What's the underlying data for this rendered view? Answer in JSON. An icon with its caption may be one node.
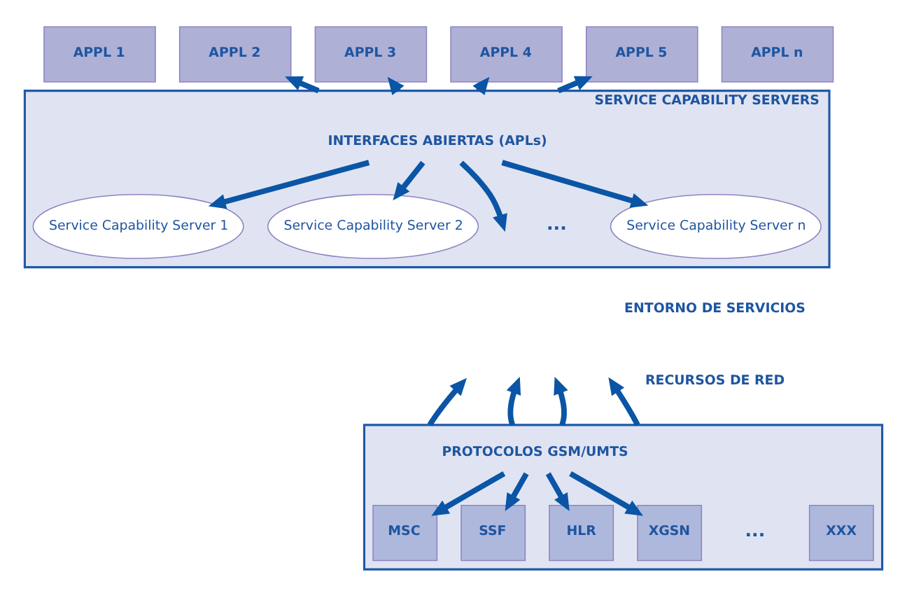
{
  "diagram": {
    "nodes": [
      {
        "text": [
          "APPL 1"
        ]
      },
      {
        "text": [
          "APPL 2"
        ]
      },
      {
        "text": [
          "APPL 3"
        ]
      },
      {
        "text": [
          "APPL 4"
        ]
      },
      {
        "text": [
          "APPL 5"
        ]
      },
      {
        "text": [
          "APPL n"
        ]
      },
      {
        "text": [
          "SERVICE CAPABILITY SERVERS"
        ]
      },
      {
        "text": [
          "INTERFACES ABIERTAS (APLs)"
        ],
        "in": 6
      },
      {
        "text": [
          "Service Capability Server 1"
        ],
        "in": 6
      },
      {
        "text": [
          "Service Capability Server 2"
        ],
        "in": 6
      },
      {
        "text": [
          "Service Capability Server n"
        ],
        "in": 6
      },
      {
        "text": [],
        "shape": "box"
      },
      {
        "text": [
          "PROTOCOLOS GSM/UMTS"
        ],
        "in": 11
      },
      {
        "text": [
          "MSC"
        ],
        "in": 11
      },
      {
        "text": [
          "SSF"
        ],
        "in": 11
      },
      {
        "text": [
          "HLR"
        ],
        "in": 11
      },
      {
        "text": [
          "XGSN"
        ],
        "in": 11
      },
      {
        "text": [
          "XXX"
        ],
        "in": 11
      }
    ],
    "edges": [
      {
        "from": 6,
        "to": 1,
        "arrow": "to"
      },
      {
        "from": 6,
        "to": 2,
        "arrow": "to"
      },
      {
        "from": 6,
        "to": 3,
        "arrow": "to"
      },
      {
        "from": 6,
        "to": 4,
        "arrow": "to"
      },
      {
        "from": 7,
        "to": 8,
        "arrow": "to"
      },
      {
        "from": 7,
        "to": 9,
        "arrow": "to"
      },
      {
        "from": 7,
        "to": null,
        "arrow": "to"
      },
      {
        "from": 7,
        "to": 10,
        "arrow": "to"
      },
      {
        "from": 11,
        "to": null,
        "arrow": "to"
      },
      {
        "from": 11,
        "to": null,
        "arrow": "to"
      },
      {
        "from": 11,
        "to": null,
        "arrow": "to"
      },
      {
        "from": 11,
        "to": null,
        "arrow": "to"
      },
      {
        "from": 12,
        "to": 13,
        "arrow": "to"
      },
      {
        "from": 12,
        "to": 14,
        "arrow": "to"
      },
      {
        "from": 12,
        "to": 15,
        "arrow": "to"
      },
      {
        "from": 12,
        "to": 16,
        "arrow": "to"
      }
    ],
    "labels": [
      "...",
      "ENTORNO DE SERVICIOS",
      "RECURSOS DE RED",
      "..."
    ]
  }
}
